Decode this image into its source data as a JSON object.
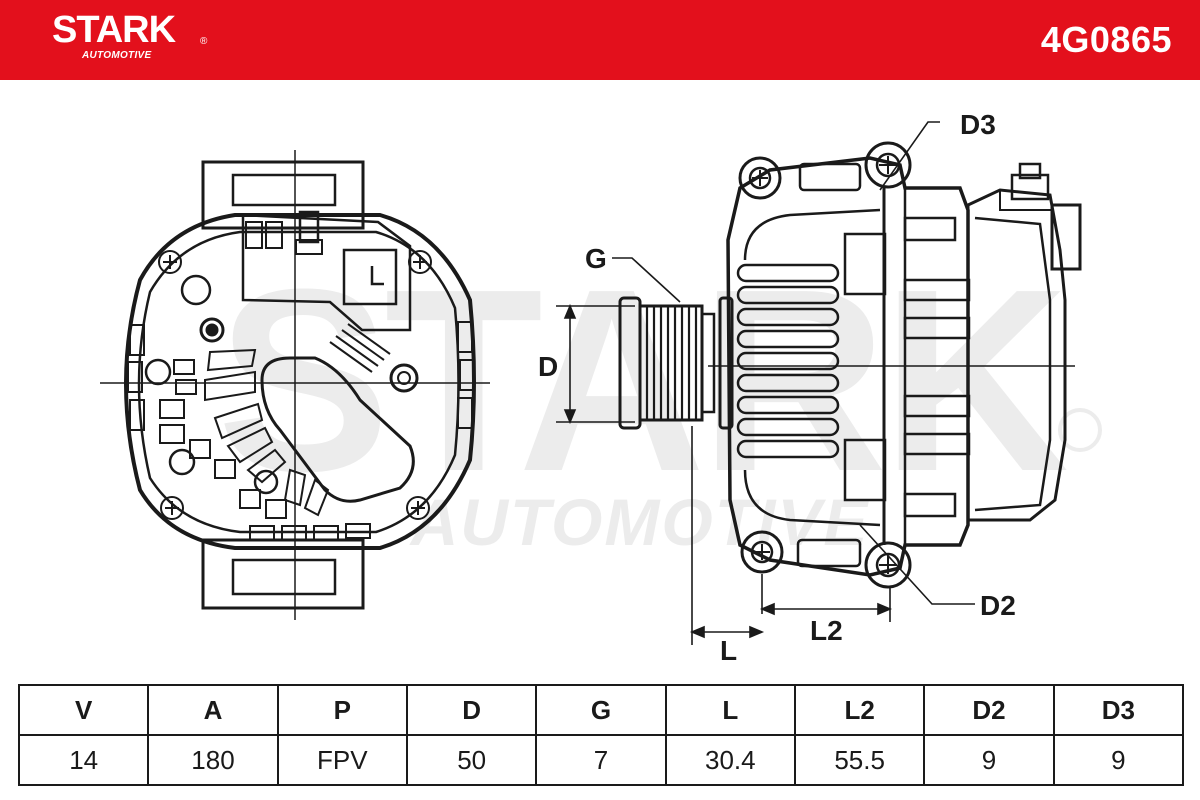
{
  "header": {
    "brand_name": "STARK",
    "brand_sub": "AUTOMOTIVE",
    "part_number": "4G0865"
  },
  "colors": {
    "brand_red": "#e3101c",
    "ink": "#1a1a1a",
    "watermark": "#ececec"
  },
  "watermark": {
    "line1": "STARK",
    "line2": "AUTOMOTIVE"
  },
  "drawing_labels": {
    "d3": "D3",
    "g": "G",
    "d": "D",
    "d2": "D2",
    "l2": "L2",
    "l": "L"
  },
  "spec_table": {
    "headers": [
      "V",
      "A",
      "P",
      "D",
      "G",
      "L",
      "L2",
      "D2",
      "D3"
    ],
    "values": [
      "14",
      "180",
      "FPV",
      "50",
      "7",
      "30.4",
      "55.5",
      "9",
      "9"
    ]
  }
}
